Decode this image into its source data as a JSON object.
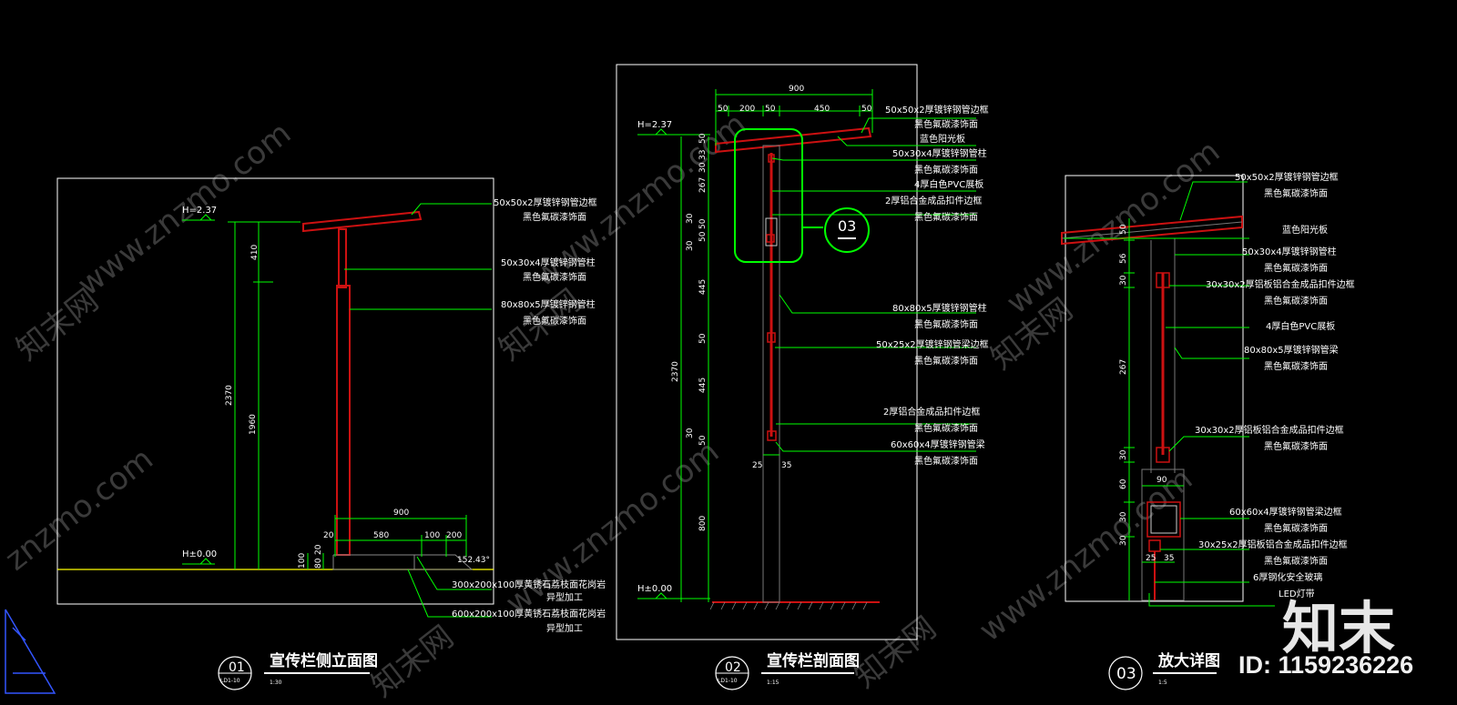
{
  "watermarks": [
    "www.znzmo.com",
    "知末网",
    "www.znzmo.com",
    "知末网",
    "www.znzmo.com",
    "知末网",
    "znzmo.com",
    "知末网",
    "www.znzmo.com",
    "www.znzmo.com",
    "知末网"
  ],
  "brand": {
    "logo_text": "知末",
    "id_text": "ID: 1159236226"
  },
  "colors": {
    "background": "#000000",
    "frame": "#ffffff",
    "dimension": "#00ff00",
    "member": "#cc1111",
    "highlight": "#00ff00",
    "ground": "#ffff00"
  },
  "icons": [
    "north-arrow-icon"
  ],
  "view1": {
    "level_top": "H=2.37",
    "level_ground": "H±0.00",
    "dims_vertical": [
      "410",
      "2370",
      "1960",
      "100",
      "80",
      "20"
    ],
    "dims_horizontal": [
      "900",
      "20",
      "580",
      "100",
      "200"
    ],
    "slope_angle": "152.43°",
    "labels": [
      "50x50x2厚镀锌钢管边框",
      "黑色氟碳漆饰面",
      "50x30x4厚镀锌钢管柱",
      "黑色氟碳漆饰面",
      "80x80x5厚镀锌钢管柱",
      "黑色氟碳漆饰面",
      "300x200x100厚黄锈石荔枝面花岗岩",
      "异型加工",
      "600x200x100厚黄锈石荔枝面花岗岩",
      "异型加工"
    ],
    "title": "宣传栏侧立面图",
    "number": "01",
    "sheet": "LD1-10",
    "scale": "1:30"
  },
  "view2": {
    "level_top": "H=2.37",
    "level_ground": "H±0.00",
    "dims_top": [
      "900",
      "50",
      "200",
      "50",
      "450",
      "50"
    ],
    "dims_vertical": [
      "50",
      "33",
      "30",
      "267",
      "30",
      "50",
      "50",
      "30",
      "445",
      "50",
      "445",
      "30",
      "50",
      "800",
      "2370"
    ],
    "dims_bottom": [
      "25",
      "35"
    ],
    "detail_callout": "03",
    "labels": [
      "50x50x2厚镀锌钢管边框",
      "黑色氟碳漆饰面",
      "蓝色阳光板",
      "50x30x4厚镀锌钢管柱",
      "黑色氟碳漆饰面",
      "4厚白色PVC展板",
      "2厚铝合金成品扣件边框",
      "黑色氟碳漆饰面",
      "80x80x5厚镀锌钢管柱",
      "黑色氟碳漆饰面",
      "50x25x2厚镀锌钢管梁边框",
      "黑色氟碳漆饰面",
      "2厚铝合金成品扣件边框",
      "黑色氟碳漆饰面",
      "60x60x4厚镀锌钢管梁",
      "黑色氟碳漆饰面"
    ],
    "title": "宣传栏剖面图",
    "number": "02",
    "sheet": "LD1-10",
    "scale": "1:15"
  },
  "view3": {
    "dims_vertical": [
      "50",
      "56",
      "30",
      "267",
      "30",
      "60",
      "30",
      "30"
    ],
    "dims_horizontal": [
      "90",
      "25",
      "35"
    ],
    "labels": [
      "50x50x2厚镀锌钢管边框",
      "黑色氟碳漆饰面",
      "蓝色阳光板",
      "50x30x4厚镀锌钢管柱",
      "黑色氟碳漆饰面",
      "30x30x2厚铝板铝合金成品扣件边框",
      "黑色氟碳漆饰面",
      "4厚白色PVC展板",
      "80x80x5厚镀锌钢管梁",
      "黑色氟碳漆饰面",
      "30x30x2厚铝板铝合金成品扣件边框",
      "黑色氟碳漆饰面",
      "60x60x4厚镀锌钢管梁边框",
      "黑色氟碳漆饰面",
      "30x25x2厚铝板铝合金成品扣件边框",
      "黑色氟碳漆饰面",
      "6厚钢化安全玻璃",
      "LED灯带"
    ],
    "title": "放大详图",
    "number": "03",
    "scale": "1:5"
  }
}
